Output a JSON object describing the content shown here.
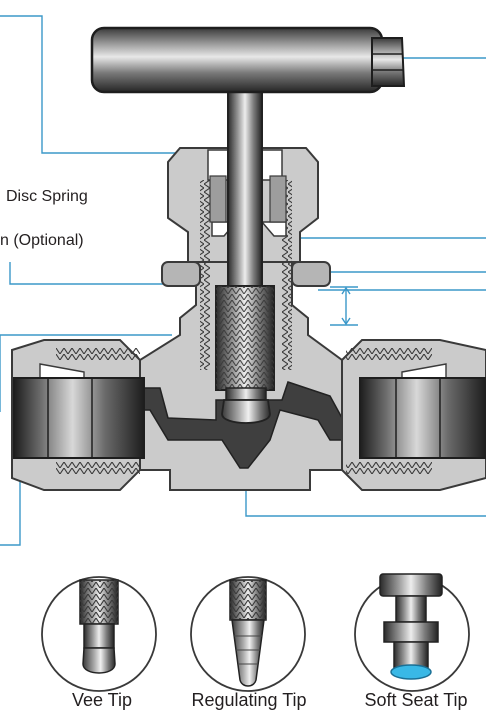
{
  "labels": {
    "disc_spring": "Disc Spring",
    "optional": "n (Optional)"
  },
  "tips": [
    {
      "name": "Vee Tip"
    },
    {
      "name": "Regulating Tip"
    },
    {
      "name": "Soft Seat Tip"
    }
  ],
  "colors": {
    "leader_line": "#3b98c9",
    "body_fill": "#cbcbcb",
    "body_stroke": "#3a3a3a",
    "metal_dark": "#2b2b2b",
    "flow_path": "#3f3f3f",
    "soft_seat": "#39b8e6"
  }
}
